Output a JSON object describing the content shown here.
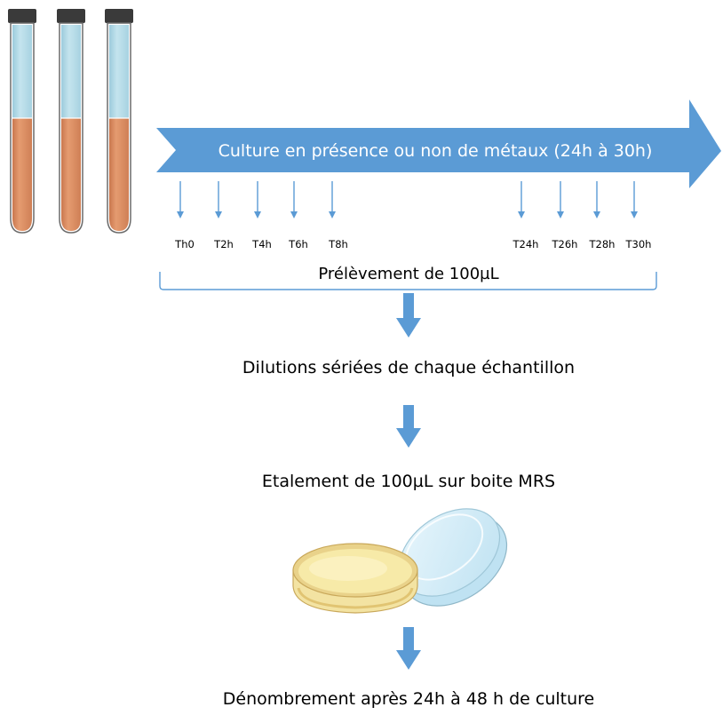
{
  "banner": {
    "text": "Culture en présence ou non de métaux (24h à 30h)",
    "color": "#5b9bd5"
  },
  "timepoints": {
    "early": [
      "Th0",
      "T2h",
      "T4h",
      "T6h",
      "T8h"
    ],
    "late": [
      "T24h",
      "T26h",
      "T28h",
      "T30h"
    ]
  },
  "sampling_label": "Prélèvement de 100µL",
  "steps": [
    "Dilutions sériées de chaque échantillon",
    "Etalement de 100µL sur boite MRS",
    "Dénombrement après 24h à 48 h de culture"
  ],
  "colors": {
    "arrow": "#5b9bd5",
    "tube_medium": "#e0946a",
    "tube_headspace": "#b7dce8",
    "tube_cap": "#3a3a3a",
    "agar": "#f7eaa8",
    "petri_lid": "#cfe9f5"
  }
}
